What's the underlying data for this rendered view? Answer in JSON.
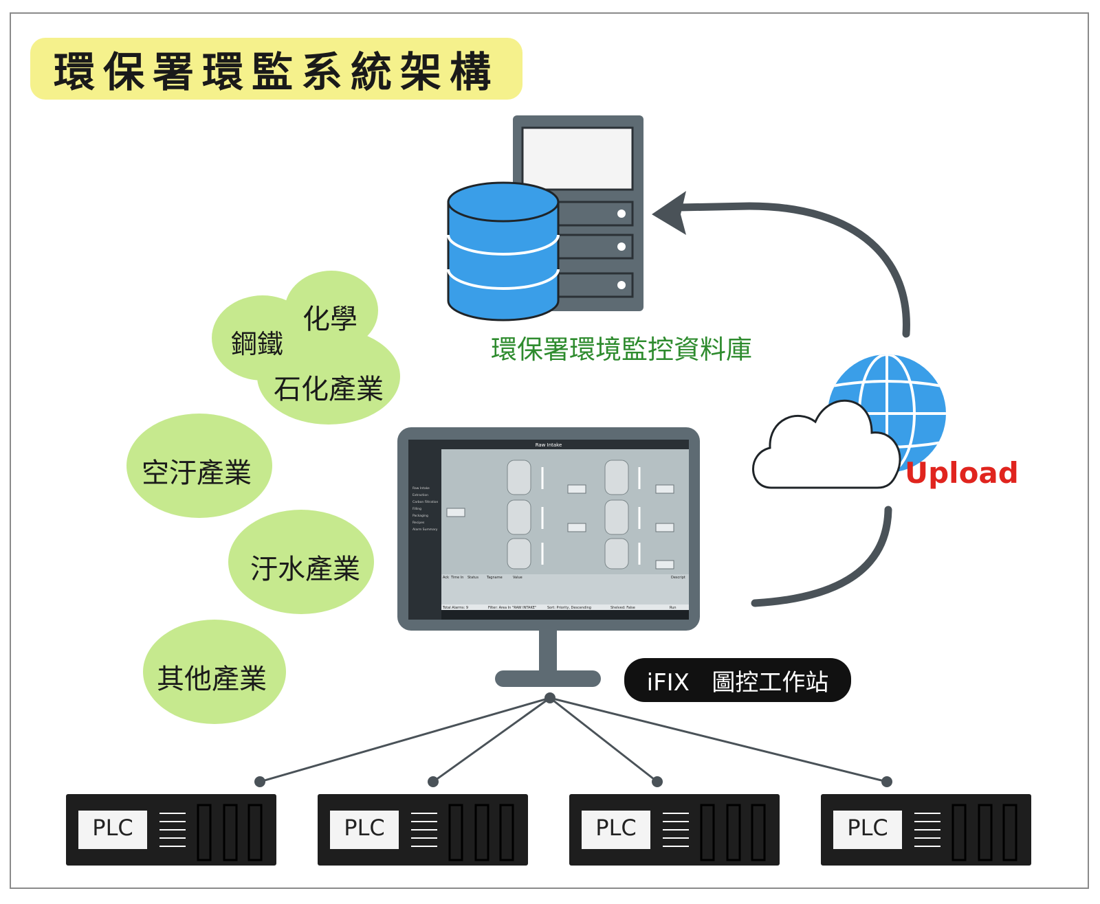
{
  "title": "環保署環監系統架構",
  "database_label": "環保署環境監控資料庫",
  "upload_label": "Upload",
  "workstation_label": "iFIX   圖控工作站",
  "industries": {
    "chemical": "化學",
    "steel": "鋼鐵",
    "petrochemical": "石化產業",
    "air_pollution": "空汙產業",
    "wastewater": "汙水產業",
    "other": "其他產業"
  },
  "plcs": [
    {
      "label": "PLC"
    },
    {
      "label": "PLC"
    },
    {
      "label": "PLC"
    },
    {
      "label": "PLC"
    }
  ],
  "screen": {
    "window_title": "Raw Intake",
    "nav_items": [
      "Raw Intake",
      "Extraction",
      "Carbon Filtration",
      "Filling",
      "Packaging",
      "Recipes",
      "Alarm Summary"
    ],
    "alarm_columns": [
      "Ack",
      "Time In",
      "Status",
      "Tagname",
      "Value",
      "Descript"
    ],
    "footer": {
      "total": "Total Alarms: 9",
      "filter": "Filter: Area In \"RAW INTAKE\"",
      "sort": "Sort: Priority, Descending",
      "shelved": "Shelved: False",
      "run": "Run"
    }
  },
  "colors": {
    "title_bg": "#f5f18c",
    "bubble": "#c6e98e",
    "database_blue": "#3a9ee8",
    "server_gray": "#5e6b73",
    "db_label": "#2e8b2e",
    "upload_red": "#e0241e",
    "arrow": "#4a5258",
    "plc_body": "#1e1e1e"
  }
}
